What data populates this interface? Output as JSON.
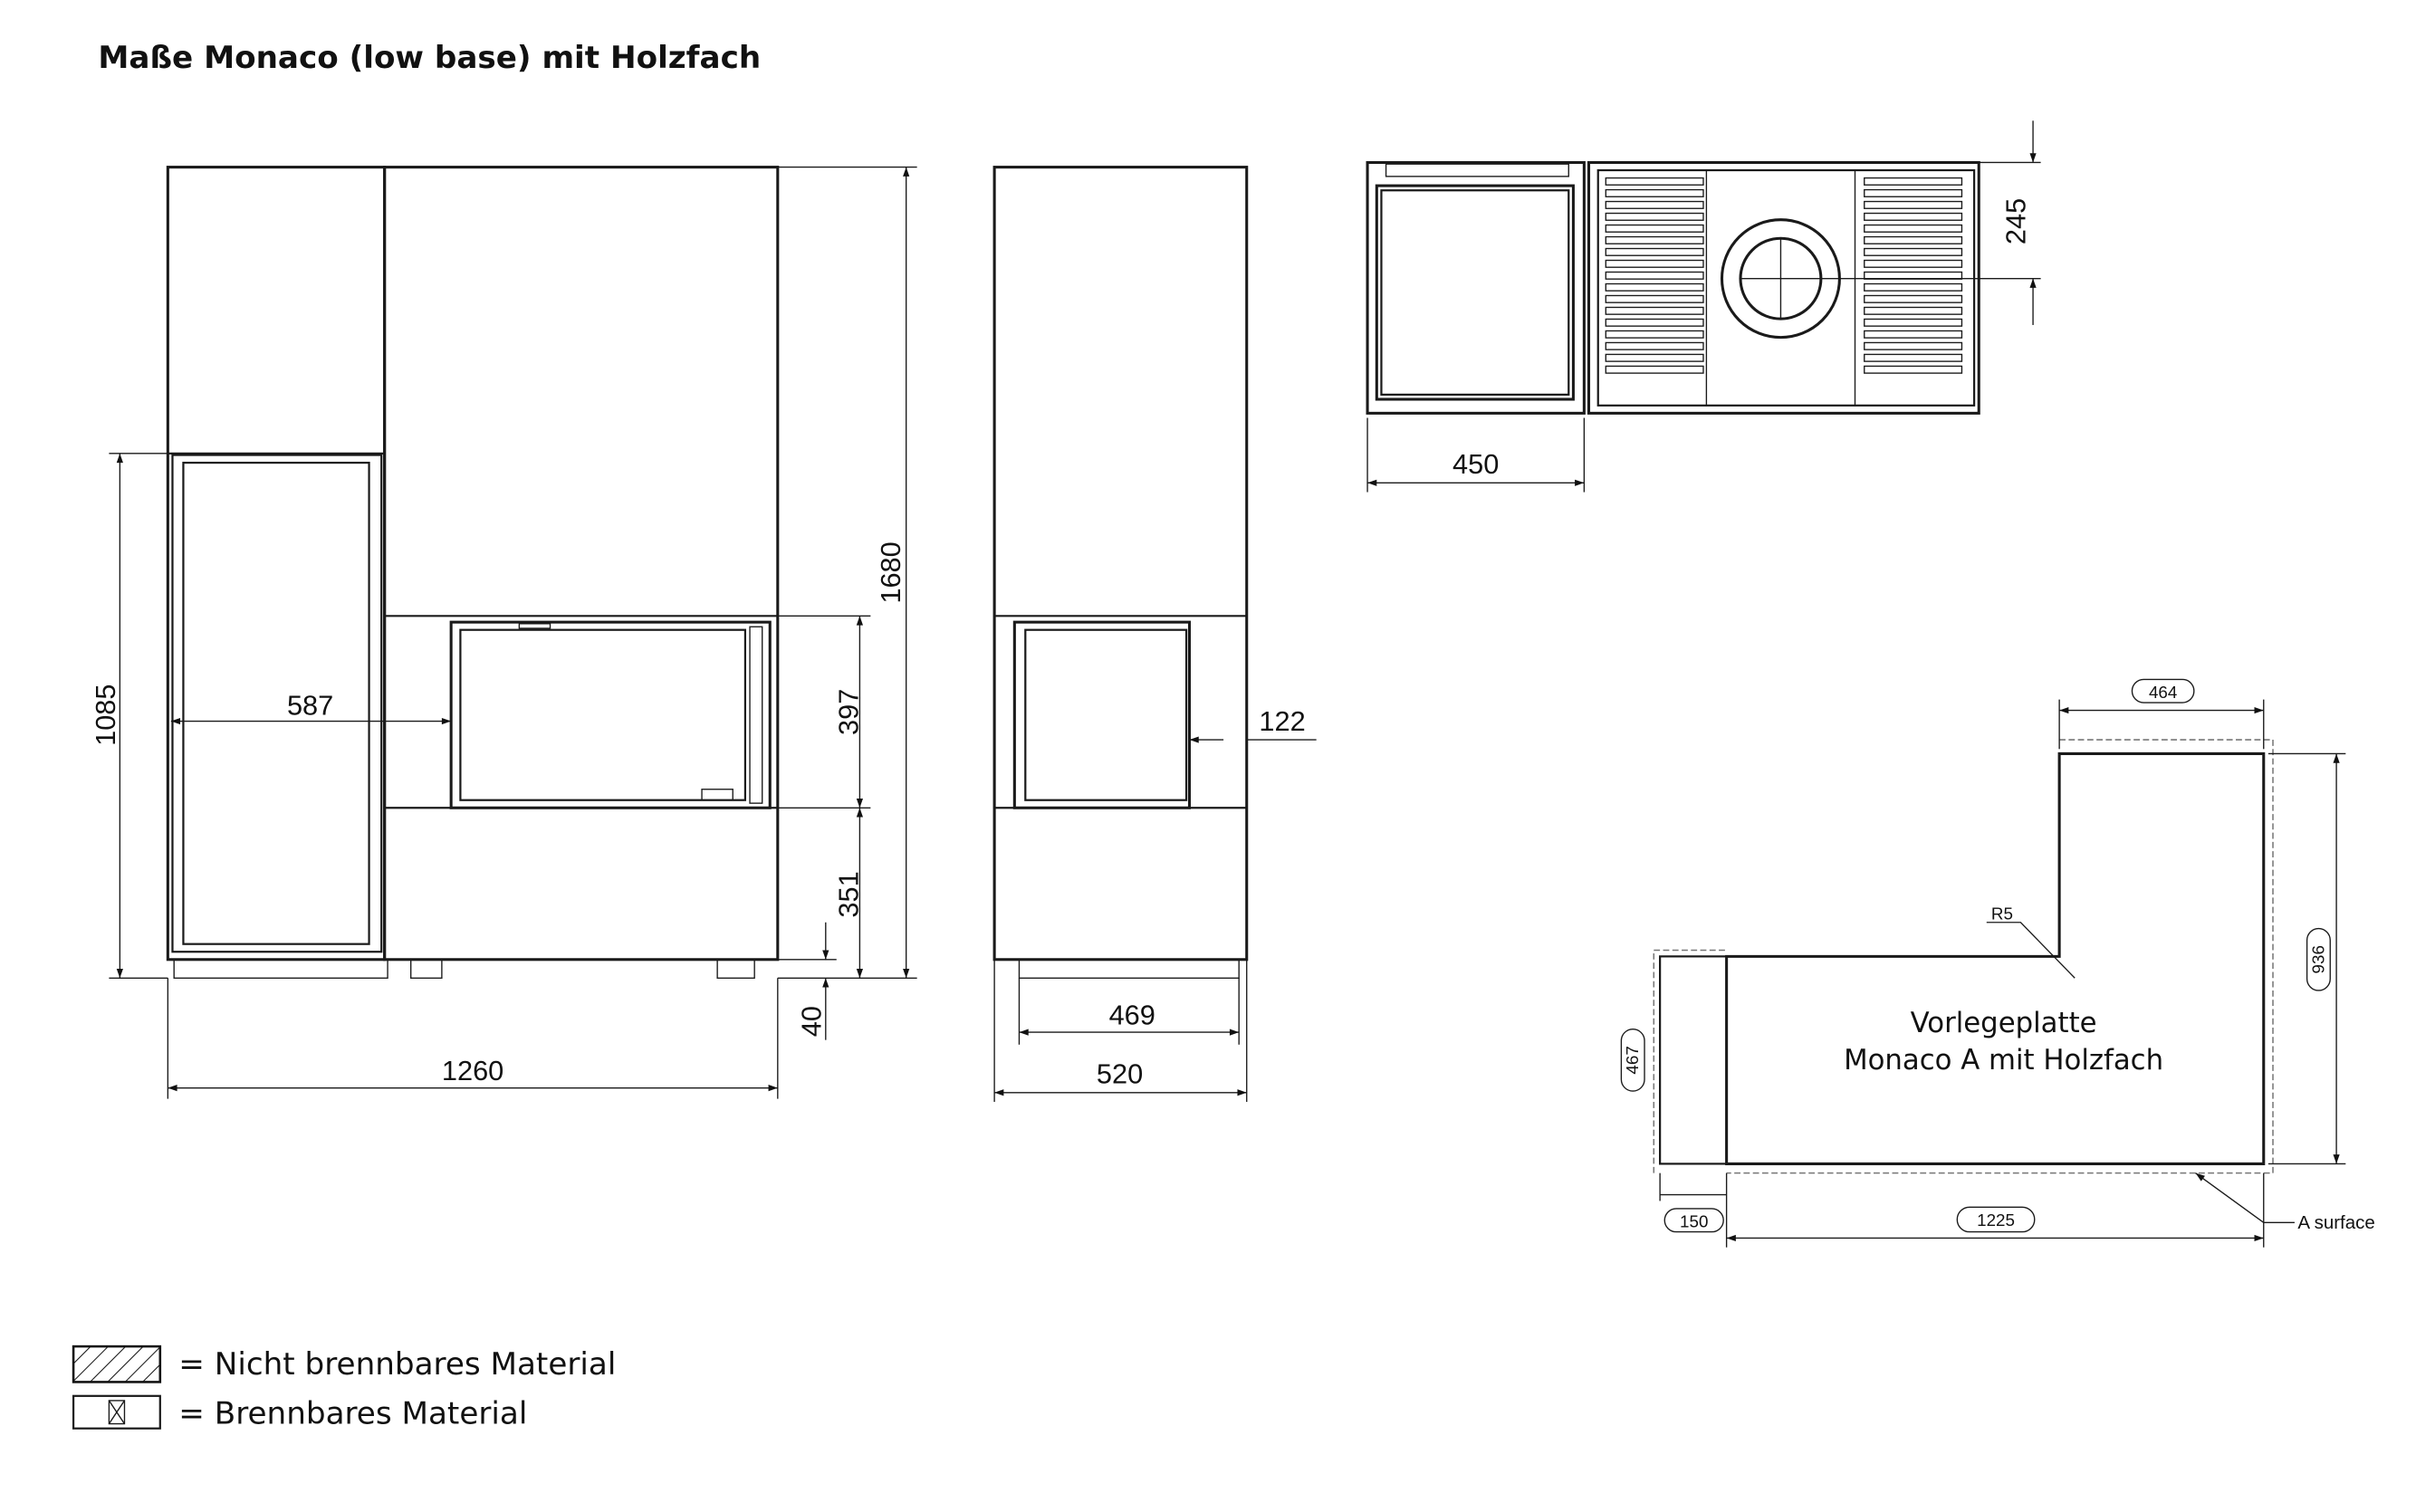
{
  "title": "Maße Monaco (low base) mit Holzfach",
  "front_view": {
    "dims": {
      "height_wood": "1085",
      "width_wood": "587",
      "height_total": "1680",
      "firebox_height": "397",
      "base_height": "351",
      "feet_height": "40",
      "width_total": "1260"
    }
  },
  "side_view": {
    "dims": {
      "door_depth": "122",
      "base_depth": "469",
      "depth_total": "520"
    }
  },
  "top_view": {
    "dims": {
      "flue_offset": "245",
      "wood_width": "450"
    }
  },
  "plate": {
    "label_line1": "Vorlegeplatte",
    "label_line2": "Monaco A mit Holzfach",
    "dims": {
      "top_width": "464",
      "height_right": "936",
      "height_left": "467",
      "strip_width": "150",
      "main_width": "1225"
    },
    "radius_label": "R5",
    "surface_label": "A surface"
  },
  "legend": [
    {
      "symbol": "hatched",
      "label": "= Nicht brennbares Material"
    },
    {
      "symbol": "crossed",
      "label": "= Brennbares Material"
    }
  ]
}
